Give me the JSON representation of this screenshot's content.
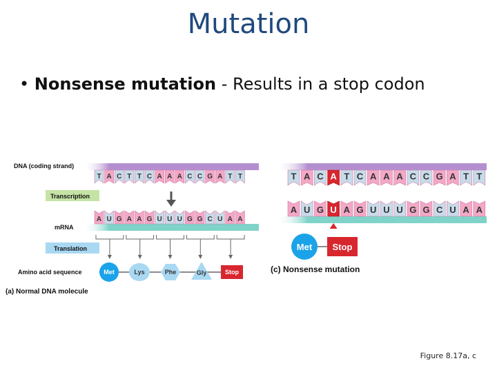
{
  "slide": {
    "title": "Mutation",
    "bullet_marker": "•",
    "bullet_bold": "Nonsense mutation",
    "bullet_rest": " - Results in a stop codon",
    "figure_caption": "Figure 8.17a, c"
  },
  "normal": {
    "dna_label": "DNA (coding strand)",
    "dna": [
      "T",
      "A",
      "C",
      "T",
      "T",
      "C",
      "A",
      "A",
      "A",
      "C",
      "C",
      "G",
      "A",
      "T",
      "T"
    ],
    "transcription_label": "Transcription",
    "mrna_label": "mRNA",
    "mrna": [
      "A",
      "U",
      "G",
      "A",
      "A",
      "G",
      "U",
      "U",
      "U",
      "G",
      "G",
      "C",
      "U",
      "A",
      "A"
    ],
    "translation_label": "Translation",
    "amino_label": "Amino acid sequence",
    "amino_acids": [
      "Met",
      "Lys",
      "Phe",
      "Gly",
      "Stop"
    ],
    "section_label": "(a) Normal DNA molecule"
  },
  "nonsense": {
    "dna": [
      "T",
      "A",
      "C",
      "A",
      "T",
      "C",
      "A",
      "A",
      "A",
      "C",
      "C",
      "G",
      "A",
      "T",
      "T"
    ],
    "mrna": [
      "A",
      "U",
      "G",
      "U",
      "A",
      "G",
      "U",
      "U",
      "U",
      "G",
      "G",
      "C",
      "U",
      "A",
      "A"
    ],
    "mutated_index": 3,
    "amino_acids": [
      "Met",
      "Stop"
    ],
    "section_label": "(c) Nonsense mutation"
  },
  "colors": {
    "title": "#1f497d",
    "purine": "#f3a8c6",
    "pyrimidine": "#c7dcea",
    "dna_strand": "#b48fd0",
    "mrna_strand": "#7fd3c9",
    "mutation": "#d8262f",
    "met": "#1aa3e8",
    "stop": "#d8262f",
    "codon_aa": "#a9d8f2",
    "transcription_box": "#c5e3a5",
    "translation_box": "#a9d8f2"
  }
}
